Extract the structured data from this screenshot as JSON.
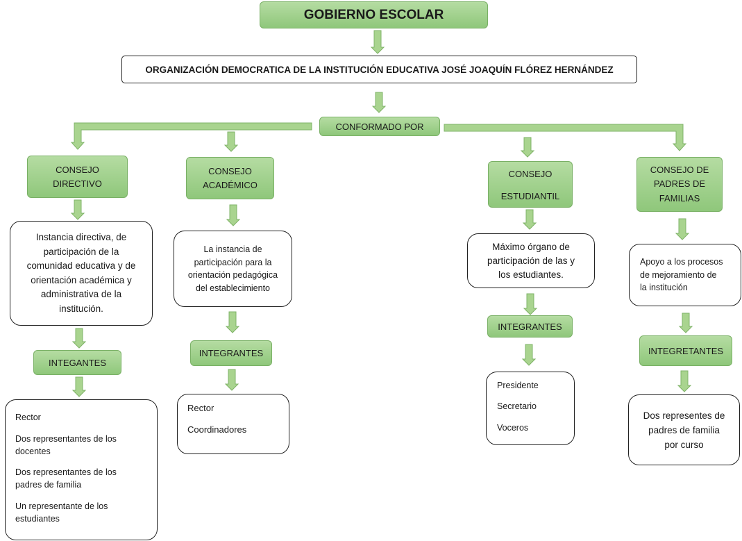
{
  "title": "GOBIERNO ESCOLAR",
  "organization": "ORGANIZACIÓN DEMOCRATICA DE LA INSTITUCIÓN EDUCATIVA JOSÉ JOAQUÍN FLÓREZ HERNÁNDEZ",
  "conformed_by": "CONFORMADO POR",
  "colors": {
    "box_green": "#a3d290",
    "box_border": "#79b065",
    "arrow_green": "#a9d48f",
    "arrow_border": "#7fb368"
  },
  "branches": {
    "directivo": {
      "name_lines": [
        "CONSEJO",
        "DIRECTIVO"
      ],
      "description_lines": [
        "Instancia directiva, de",
        "participación de la",
        "comunidad educativa y de",
        "orientación académica y",
        "administrativa de la",
        "institución."
      ],
      "members_label": "INTEGANTES",
      "members": [
        [
          "Rector"
        ],
        [
          "Dos representantes de los",
          "docentes"
        ],
        [
          "Dos representantes de los",
          "padres de familia"
        ],
        [
          "Un representante de los",
          "estudiantes"
        ]
      ]
    },
    "academico": {
      "name_lines": [
        "CONSEJO",
        "ACADÉMICO"
      ],
      "description_lines": [
        "La instancia de",
        "participación para la",
        "orientación pedagógica",
        "del establecimiento"
      ],
      "members_label": "INTEGRANTES",
      "members": [
        "Rector",
        "Coordinadores"
      ]
    },
    "estudiantil": {
      "name_lines": [
        "CONSEJO",
        "ESTUDIANTIL"
      ],
      "description_lines": [
        "Máximo  órgano de",
        "participación de  las  y",
        "los  estudiantes."
      ],
      "members_label": "INTEGRANTES",
      "members": [
        "Presidente",
        "Secretario",
        "Voceros"
      ]
    },
    "padres": {
      "name_lines": [
        "CONSEJO DE",
        "PADRES DE",
        "FAMILIAS"
      ],
      "description_lines": [
        "Apoyo a los procesos",
        "de mejoramiento de",
        "la institución"
      ],
      "members_label": "INTEGRETANTES",
      "members_lines": [
        "Dos representes de",
        "padres de familia",
        "por curso"
      ]
    }
  }
}
